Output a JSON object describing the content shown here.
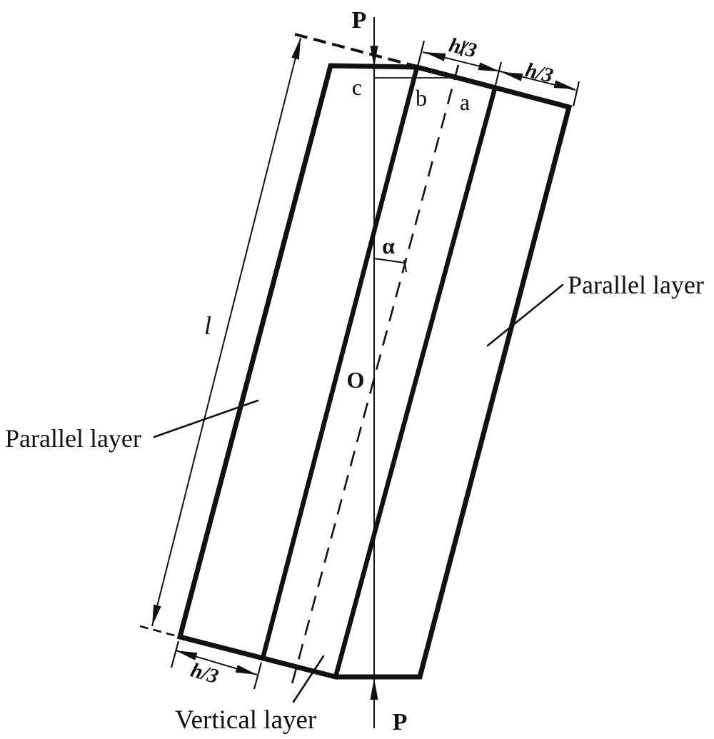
{
  "figure": {
    "colors": {
      "ink": "#111111",
      "background": "#ffffff"
    },
    "labels": {
      "load_top": "P",
      "load_bottom": "P",
      "point_c": "c",
      "point_b": "b",
      "point_a": "a",
      "center_point": "O",
      "angle": "α",
      "length_dimension": "l",
      "h3_top_middle": "h/3",
      "h3_top_right": "h/3",
      "h3_bottom": "h/3",
      "left_layer": "Parallel layer",
      "right_layer": "Parallel layer",
      "middle_layer": "Vertical layer"
    }
  }
}
